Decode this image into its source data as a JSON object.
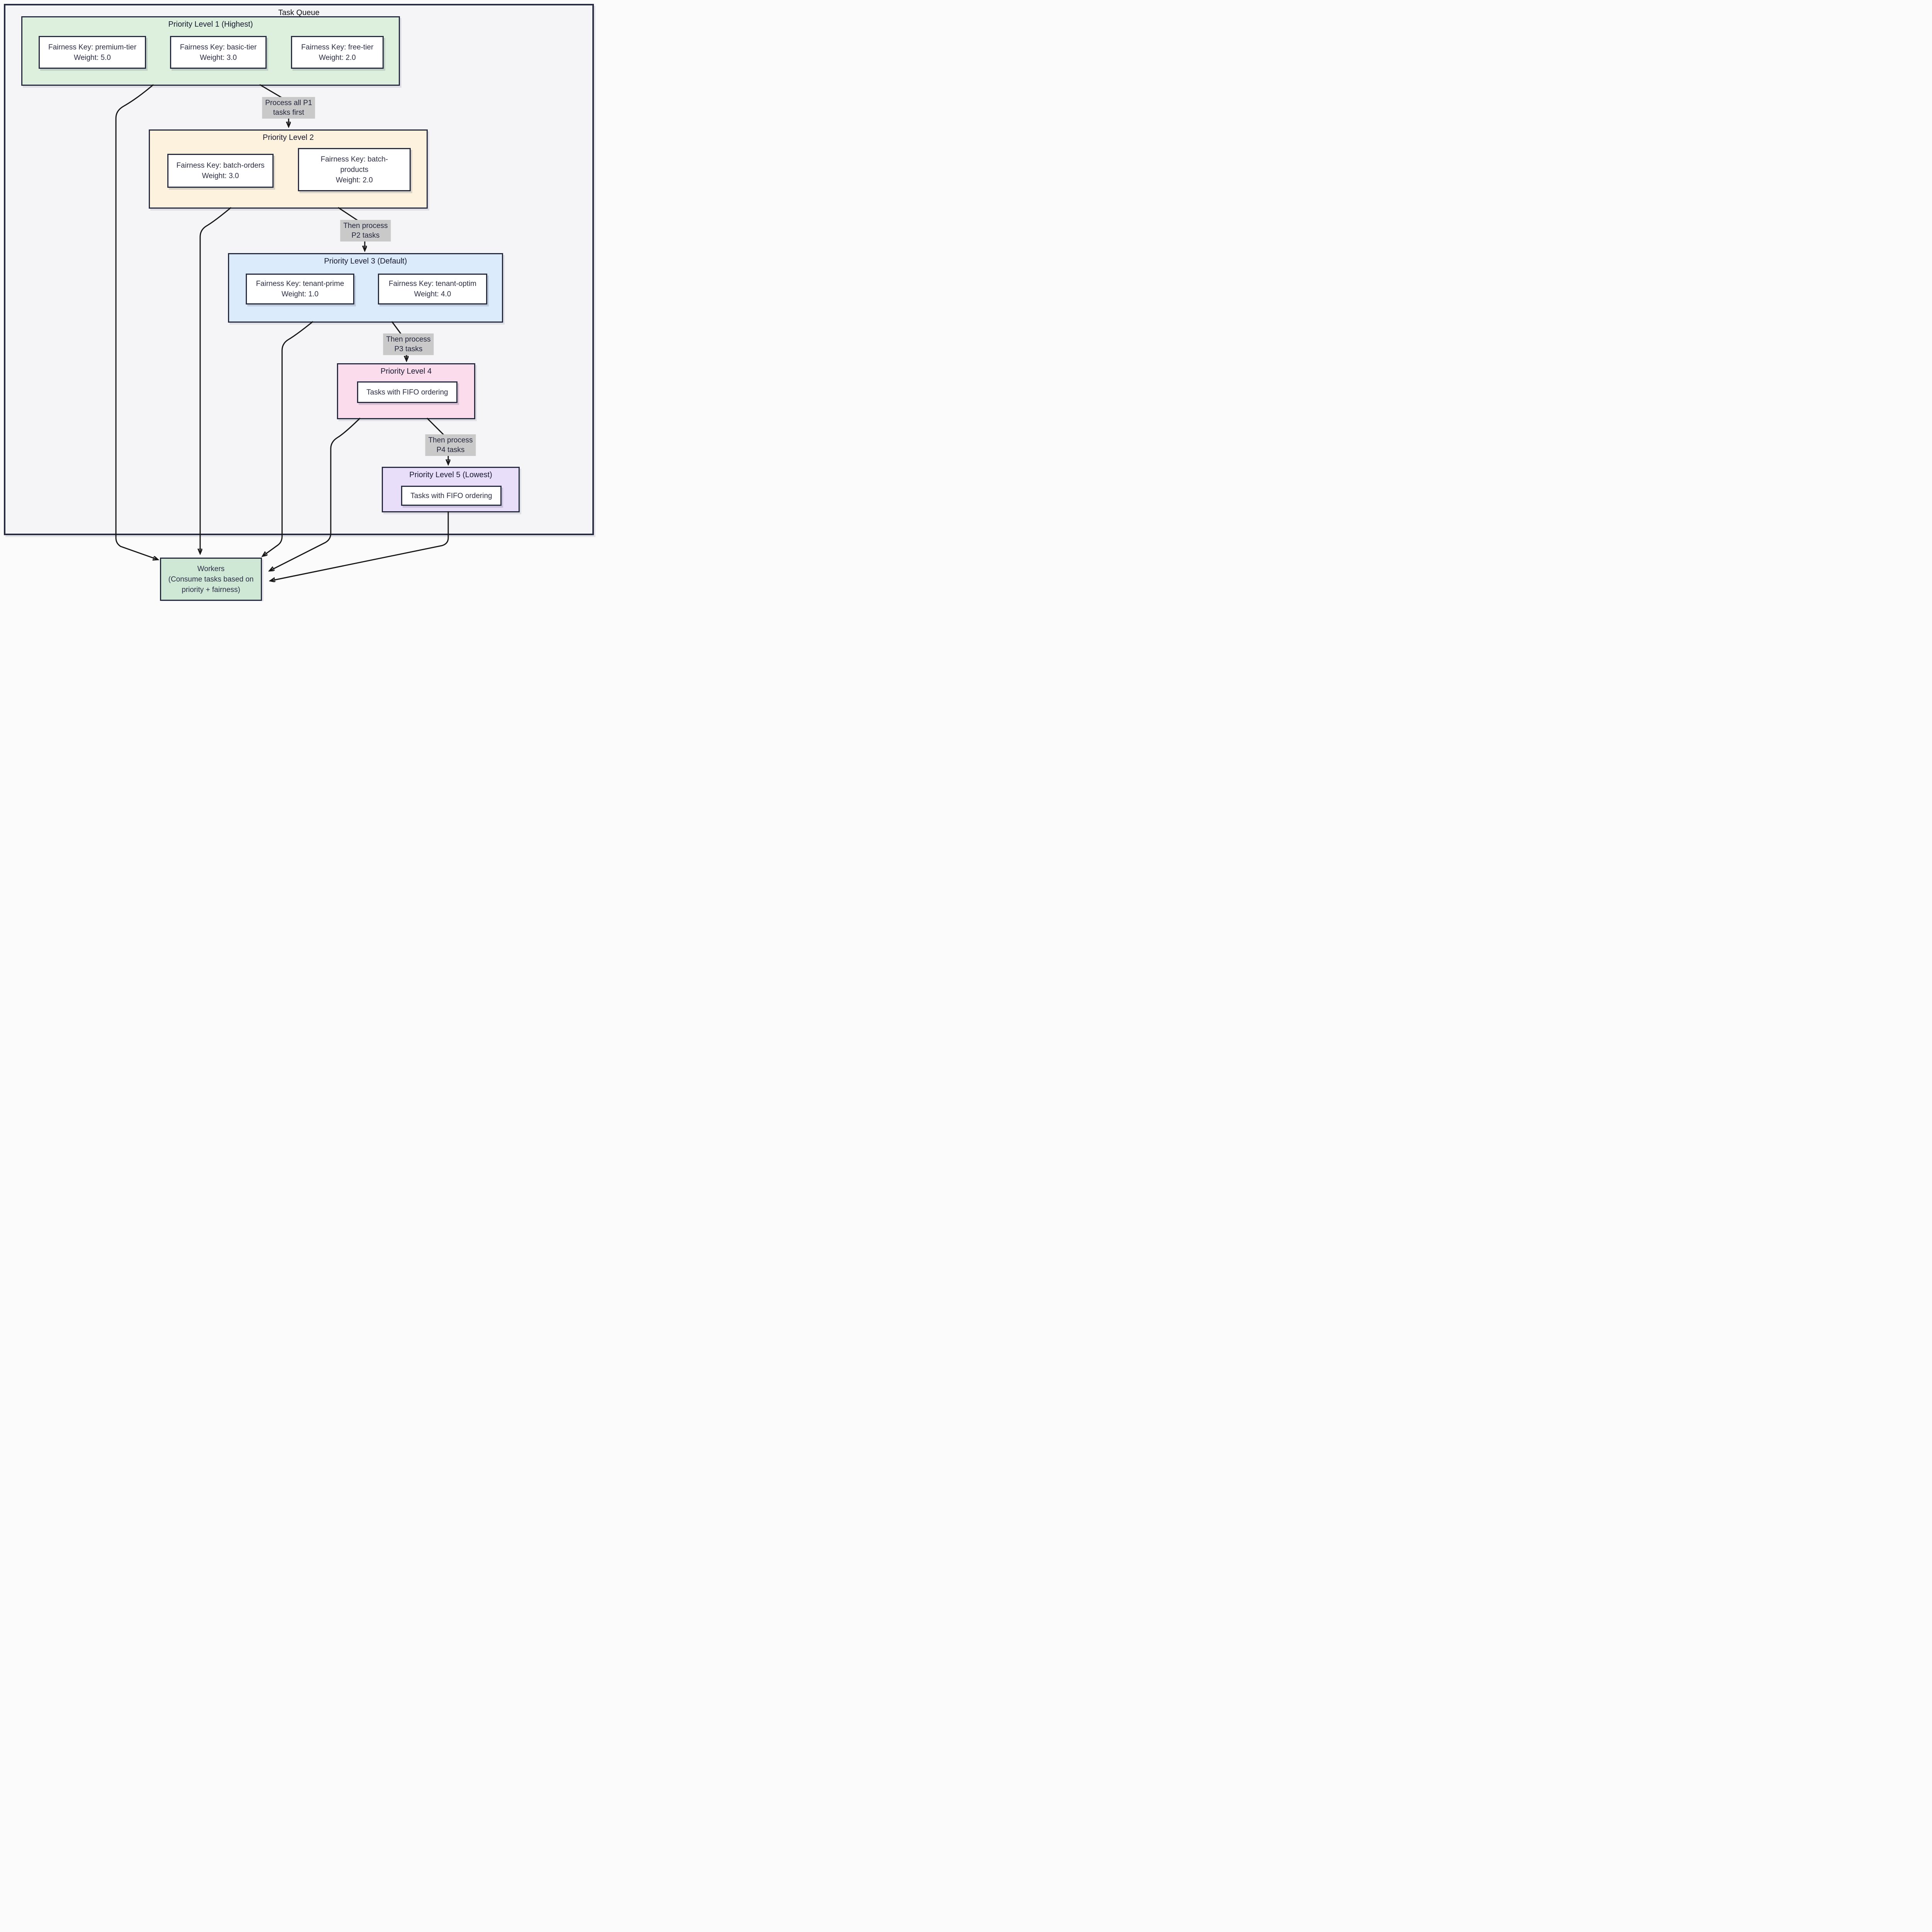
{
  "container": {
    "title": "Task Queue"
  },
  "levels": [
    {
      "title": "Priority Level 1 (Highest)",
      "fill": "#ddf0de",
      "nodes": [
        {
          "lines": [
            "Fairness Key: premium-tier",
            "Weight: 5.0"
          ]
        },
        {
          "lines": [
            "Fairness Key: basic-tier",
            "Weight: 3.0"
          ]
        },
        {
          "lines": [
            "Fairness Key: free-tier",
            "Weight: 2.0"
          ]
        }
      ]
    },
    {
      "title": "Priority Level 2",
      "fill": "#fdf2dd",
      "nodes": [
        {
          "lines": [
            "Fairness Key: batch-orders",
            "Weight: 3.0"
          ]
        },
        {
          "lines": [
            "Fairness Key: batch-",
            "products",
            "Weight: 2.0"
          ]
        }
      ]
    },
    {
      "title": "Priority Level 3 (Default)",
      "fill": "#dcebfb",
      "nodes": [
        {
          "lines": [
            "Fairness Key: tenant-prime",
            "Weight: 1.0"
          ]
        },
        {
          "lines": [
            "Fairness Key: tenant-optim",
            "Weight: 4.0"
          ]
        }
      ]
    },
    {
      "title": "Priority Level 4",
      "fill": "#fbdcec",
      "nodes": [
        {
          "lines": [
            "Tasks with FIFO ordering"
          ]
        }
      ]
    },
    {
      "title": "Priority Level 5 (Lowest)",
      "fill": "#e9def9",
      "nodes": [
        {
          "lines": [
            "Tasks with FIFO ordering"
          ]
        }
      ]
    }
  ],
  "edge_labels": [
    {
      "lines": [
        "Process all P1",
        "tasks first"
      ]
    },
    {
      "lines": [
        "Then process",
        "P2 tasks"
      ]
    },
    {
      "lines": [
        "Then process",
        "P3 tasks"
      ]
    },
    {
      "lines": [
        "Then process",
        "P4 tasks"
      ]
    }
  ],
  "workers": {
    "lines": [
      "Workers",
      "(Consume tasks based on",
      "priority + fairness)"
    ]
  },
  "colors": {
    "page_background": "#fbfbfc",
    "container_fill": "#f5f5f7",
    "border": "#262b3f",
    "node_fill": "#ffffff",
    "edge": "#161616",
    "edge_label_bg": "#c9c9c9",
    "text": "#2b2e45",
    "workers_fill": "#cfe8d6"
  }
}
